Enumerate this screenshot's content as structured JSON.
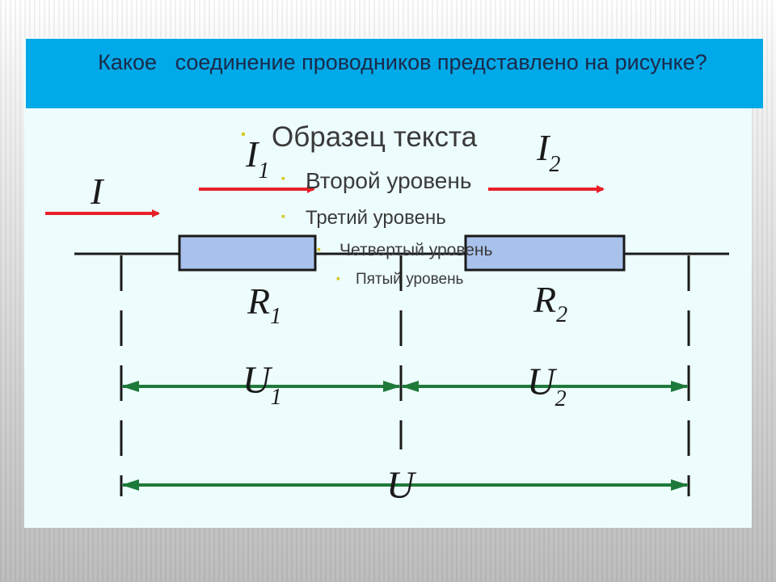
{
  "slide": {
    "title": "Какое   соединение проводников представлено на рисунке?",
    "outline": [
      {
        "level": 1,
        "text": "Образец текста"
      },
      {
        "level": 2,
        "text": "Второй уровень"
      },
      {
        "level": 3,
        "text": "Третий уровень"
      },
      {
        "level": 4,
        "text": "Четвертый уровень"
      },
      {
        "level": 5,
        "text": "Пятый уровень"
      }
    ]
  },
  "diagram": {
    "labels": {
      "current_main": "I",
      "current_1": "I",
      "current_1_sub": "1",
      "current_2": "I",
      "current_2_sub": "2",
      "resistor_1": "R",
      "resistor_1_sub": "1",
      "resistor_2": "R",
      "resistor_2_sub": "2",
      "voltage_1": "U",
      "voltage_1_sub": "1",
      "voltage_2": "U",
      "voltage_2_sub": "2",
      "voltage_total": "U"
    },
    "colors": {
      "current_arrow": "#e8202a",
      "voltage_arrow": "#1e7a3a",
      "resistor_fill": "#a8c2ec",
      "wire": "#1a1a1a",
      "title_bar": "#00a9e8",
      "slide_bg": "#edfcfd"
    }
  }
}
